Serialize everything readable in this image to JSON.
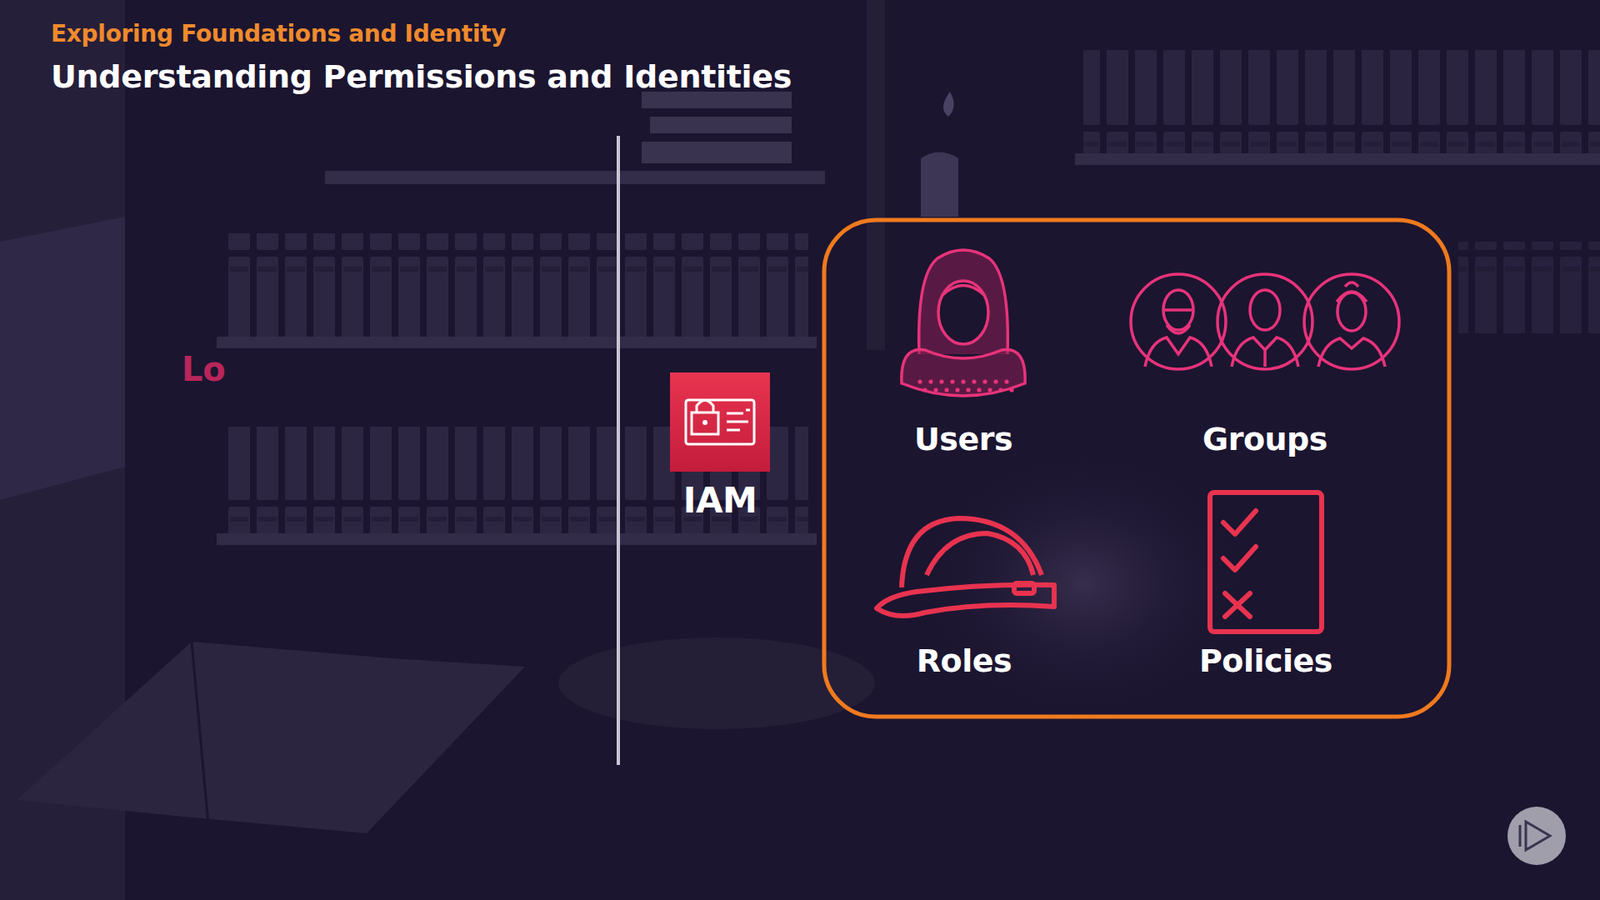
{
  "diagram": {
    "title": "Understanding Permissions and Identities",
    "nodes": [
      {
        "text": [
          "IAM"
        ]
      },
      {
        "text": [
          "Users"
        ]
      },
      {
        "text": [
          "Groups"
        ]
      },
      {
        "text": [
          "Roles"
        ]
      },
      {
        "text": [
          "Policies"
        ]
      }
    ],
    "labels": [
      "Exploring Foundations and Identity",
      "Lo"
    ]
  }
}
